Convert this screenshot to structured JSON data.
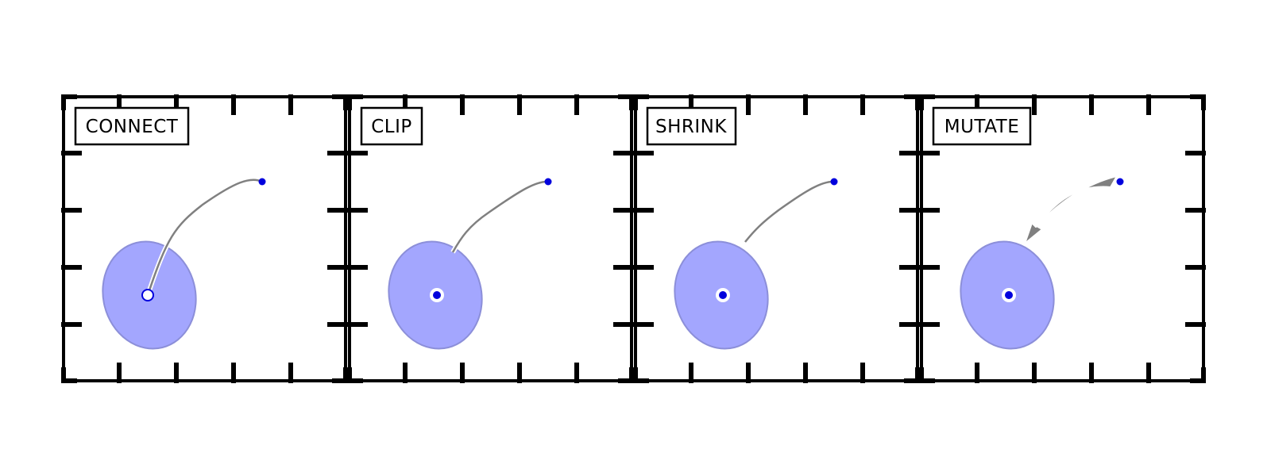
{
  "panels": [
    {
      "id": "connect",
      "label": "CONNECT"
    },
    {
      "id": "clip",
      "label": "CLIP"
    },
    {
      "id": "shrink",
      "label": "SHRINK"
    },
    {
      "id": "mutate",
      "label": "MUTATE"
    }
  ],
  "colors": {
    "frame": "#000000",
    "node_fill": "#a3a6fe",
    "node_stroke": "#8c8fd9",
    "port_dot": "#0000dd",
    "edge": "#808080",
    "halo": "#ffffff"
  }
}
